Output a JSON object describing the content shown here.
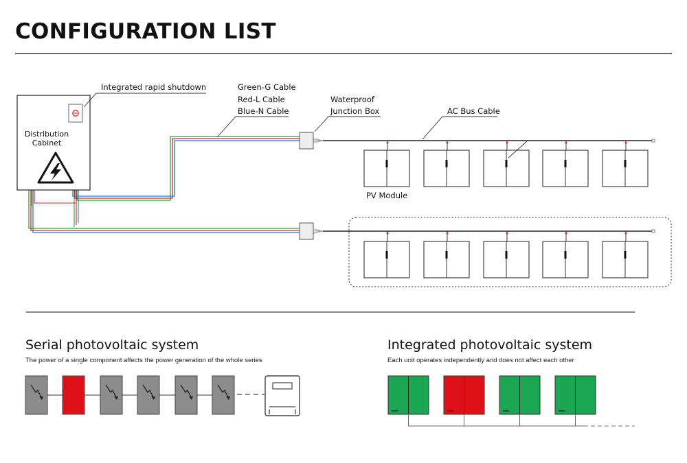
{
  "page_title": "CONFIGURATION LIST",
  "diagram": {
    "cabinet_label_line1": "Distribution",
    "cabinet_label_line2": "Cabinet",
    "rapid_shutdown_label": "Integrated rapid shutdown",
    "cable_green_label": "Green-G Cable",
    "cable_red_label": "Red-L Cable",
    "cable_blue_label": "Blue-N Cable",
    "junction_label_line1": "Waterproof",
    "junction_label_line2": "Junction Box",
    "ac_bus_label": "AC Bus Cable",
    "pv_module_label": "PV Module"
  },
  "serial": {
    "title": "Serial photovoltaic system",
    "subtitle": "The power of a single component affects the power generation of the whole series",
    "modules": [
      "normal",
      "faulty",
      "normal",
      "normal",
      "normal",
      "normal"
    ]
  },
  "integrated": {
    "title": "Integrated photovoltaic system",
    "subtitle": "Each unit operates independently and does not affect each other",
    "modules": [
      "normal",
      "faulty",
      "normal",
      "normal"
    ]
  },
  "colors": {
    "cable_green": "#2e9e3e",
    "cable_red": "#d9251c",
    "cable_blue": "#2f6fd6",
    "module_green": "#1aa652",
    "module_red": "#e01018",
    "module_gray": "#8c8c8c"
  }
}
